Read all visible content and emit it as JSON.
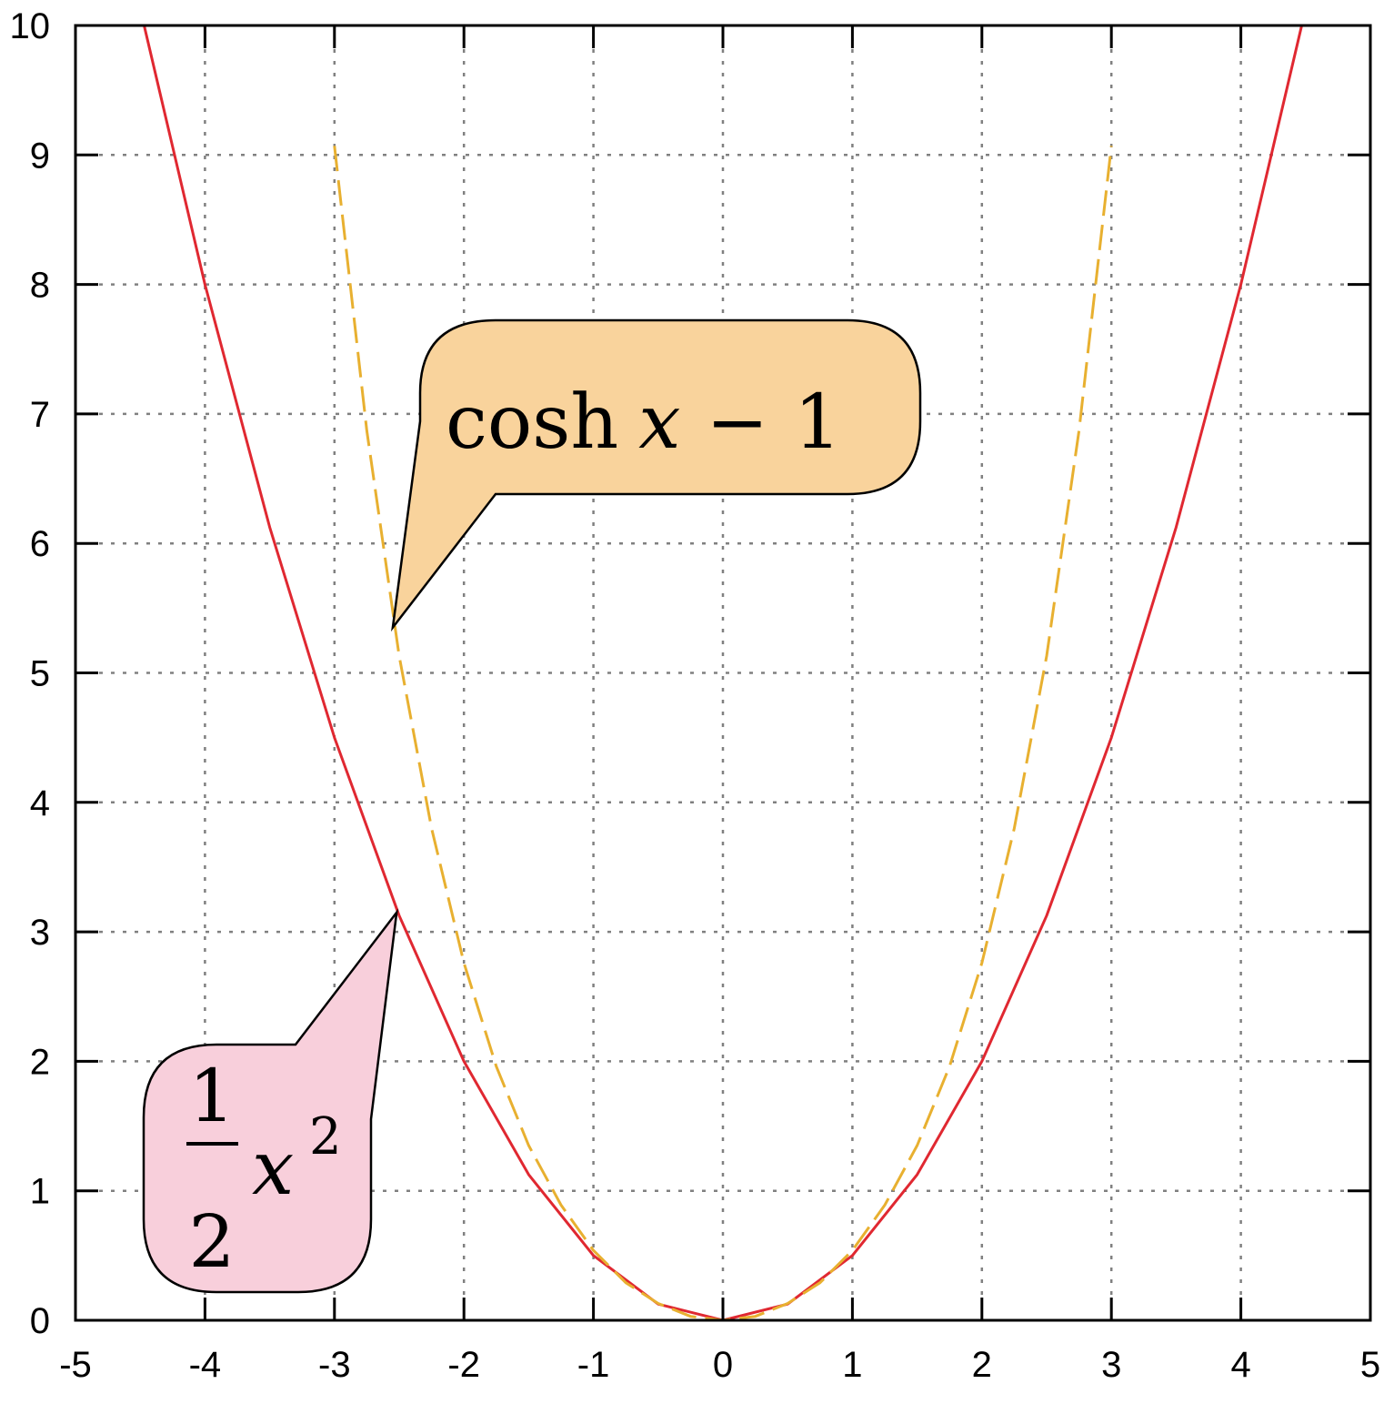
{
  "chart_data": {
    "type": "line",
    "title": "",
    "xlabel": "",
    "ylabel": "",
    "xlim": [
      -5,
      5
    ],
    "ylim": [
      0,
      10
    ],
    "grid": true,
    "x_ticks": [
      -5,
      -4,
      -3,
      -2,
      -1,
      0,
      1,
      2,
      3,
      4,
      5
    ],
    "y_ticks": [
      0,
      1,
      2,
      3,
      4,
      5,
      6,
      7,
      8,
      9,
      10
    ],
    "x_tick_labels": [
      "-5",
      "-4",
      "-3",
      "-2",
      "-1",
      "0",
      "1",
      "2",
      "3",
      "4",
      "5"
    ],
    "y_tick_labels": [
      "0",
      "1",
      "2",
      "3",
      "4",
      "5",
      "6",
      "7",
      "8",
      "9",
      "10"
    ],
    "series": [
      {
        "id": "half_x_squared",
        "style": "solid",
        "color": "#e02831",
        "x": [
          -4.47,
          -4,
          -3.5,
          -3,
          -2.5,
          -2,
          -1.5,
          -1,
          -0.5,
          0,
          0.5,
          1,
          1.5,
          2,
          2.5,
          3,
          3.5,
          4,
          4.47
        ],
        "y": [
          10.0,
          8.0,
          6.125,
          4.5,
          3.125,
          2.0,
          1.125,
          0.5,
          0.125,
          0.0,
          0.125,
          0.5,
          1.125,
          2.0,
          3.125,
          4.5,
          6.125,
          8.0,
          10.0
        ]
      },
      {
        "id": "cosh_minus_one",
        "style": "dashed",
        "color": "#e8b030",
        "x": [
          -3.0,
          -2.75,
          -2.5,
          -2.25,
          -2.0,
          -1.75,
          -1.5,
          -1.25,
          -1.0,
          -0.75,
          -0.5,
          -0.25,
          0,
          0.25,
          0.5,
          0.75,
          1.0,
          1.25,
          1.5,
          1.75,
          2.0,
          2.25,
          2.5,
          2.75,
          3.0
        ],
        "y": [
          9.07,
          6.87,
          5.13,
          3.8,
          2.76,
          1.96,
          1.35,
          0.89,
          0.54,
          0.29,
          0.13,
          0.03,
          0.0,
          0.03,
          0.13,
          0.29,
          0.54,
          0.89,
          1.35,
          1.96,
          2.76,
          3.8,
          5.13,
          6.87,
          9.07
        ]
      }
    ],
    "annotations": [
      {
        "id": "cosh-callout",
        "fill": "#f9d39c",
        "text_parts": [
          "cosh",
          "x",
          "−",
          "1"
        ],
        "point": [
          -2.55,
          5.35
        ]
      },
      {
        "id": "half-x2-callout",
        "fill": "#f8cfdb",
        "numerator": "1",
        "denominator": "2",
        "variable": "x",
        "exponent": "2",
        "point": [
          -2.52,
          3.15
        ]
      }
    ]
  }
}
